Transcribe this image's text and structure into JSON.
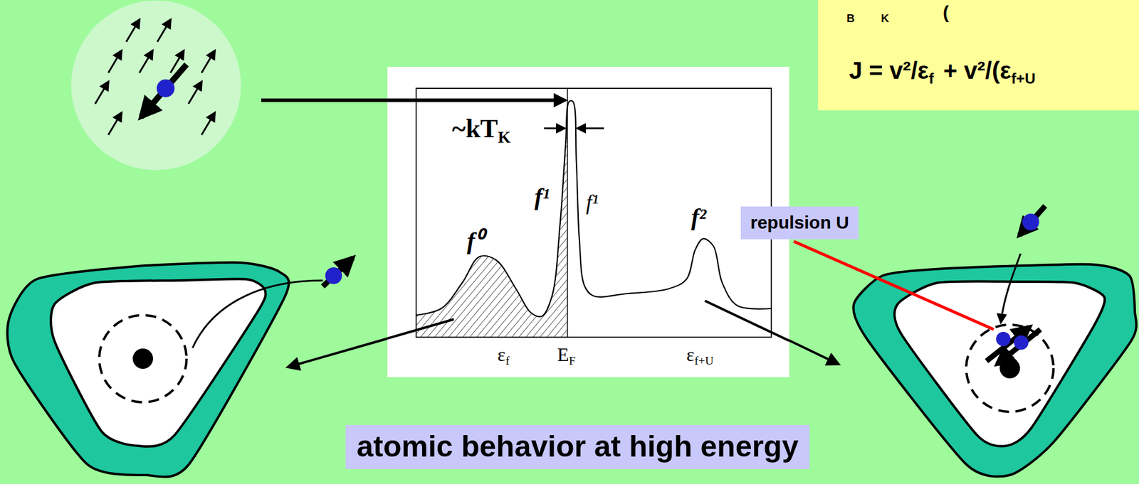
{
  "diagram": {
    "nodes": [
      {
        "text": [
          "B",
          "K",
          "(",
          "J = v²/ε",
          "f",
          "+ v²/(ε",
          "f+U"
        ]
      },
      {
        "text": [
          "~kT",
          "K",
          "f⁰",
          "f¹",
          "f¹",
          "f²",
          "ε",
          "f",
          "E",
          "F",
          "ε",
          "f+U"
        ]
      },
      {
        "text": [
          "repulsion U"
        ]
      },
      {
        "text": [
          "atomic behavior at high energy"
        ]
      }
    ]
  }
}
